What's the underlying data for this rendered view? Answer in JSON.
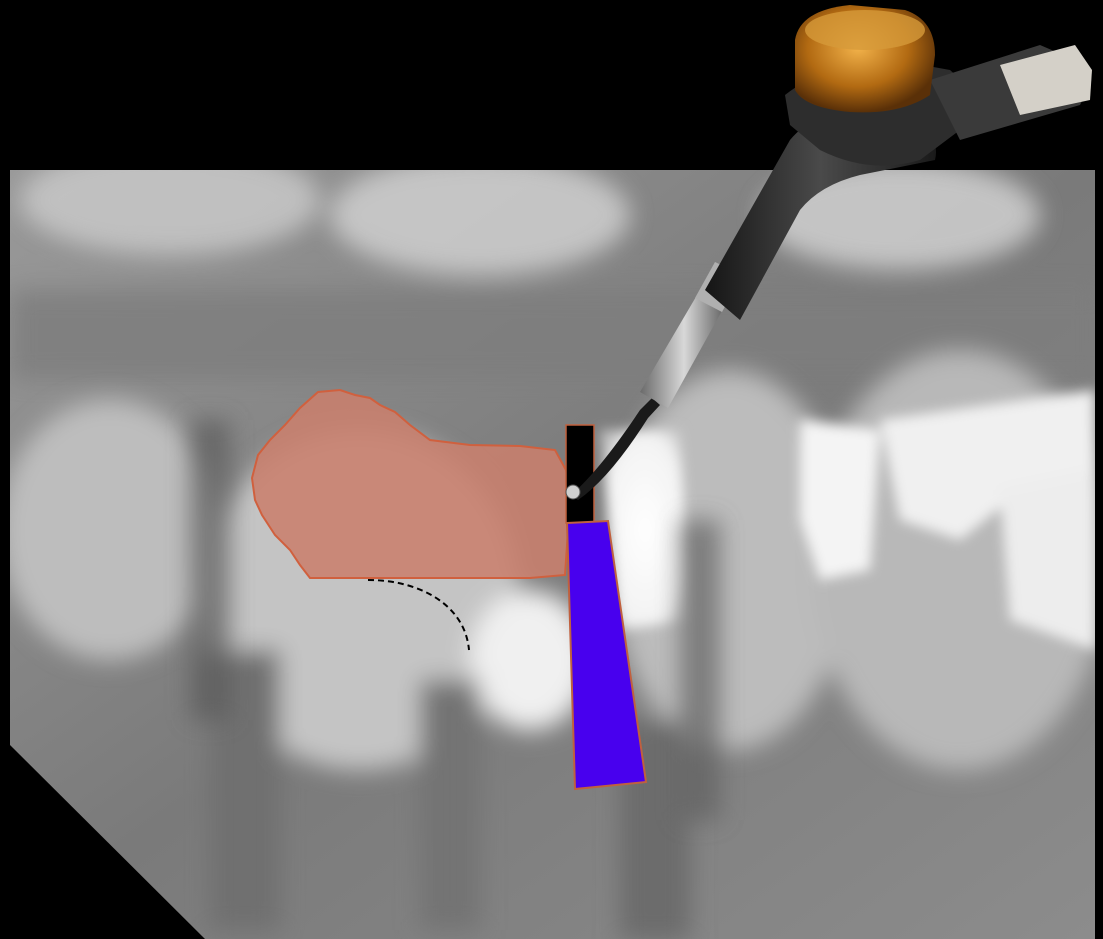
{
  "colors": {
    "background": "#000000",
    "radiograph_base": "#8a8a8a",
    "lesion_fill": "#c9806d",
    "lesion_outline": "#d0603e",
    "matrix_band": "#4800ee",
    "matrix_band_outline": "#c0603e",
    "matrix_top": "#000000",
    "handpiece_body": "#2b2b2b",
    "handpiece_cap": "#c98a2a",
    "dashed_curve": "#000000"
  },
  "elements": {
    "radiograph": "dental-radiograph",
    "lesion": "lesion-overlay",
    "matrix": "matrix-band",
    "handpiece": "ultrasonic-handpiece",
    "curve": "dashed-contour-curve"
  }
}
